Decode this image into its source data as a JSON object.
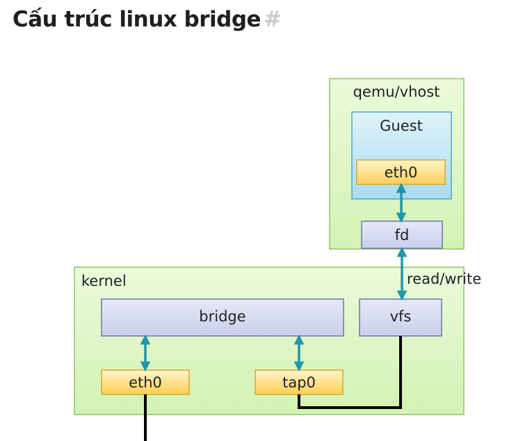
{
  "heading": {
    "title": "Cấu trúc linux bridge",
    "anchor": "#"
  },
  "diagram": {
    "qemu_label": "qemu/vhost",
    "guest_label": "Guest",
    "guest_eth": "eth0",
    "fd": "fd",
    "rw_label": "read/write",
    "kernel_label": "kernel",
    "bridge": "bridge",
    "vfs": "vfs",
    "eth0": "eth0",
    "tap0": "tap0"
  },
  "colors": {
    "container_fill": "#d9f5b9",
    "container_border": "#8fc46a",
    "guest_fill": "#bfe8f4",
    "guest_border": "#4fa8c6",
    "block_fill": "#d5daf0",
    "block_border": "#6b77a6",
    "iface_fill": "#ffe08a",
    "iface_border": "#d7a62a",
    "arrow": "#1f97a8",
    "wire": "#000000"
  }
}
